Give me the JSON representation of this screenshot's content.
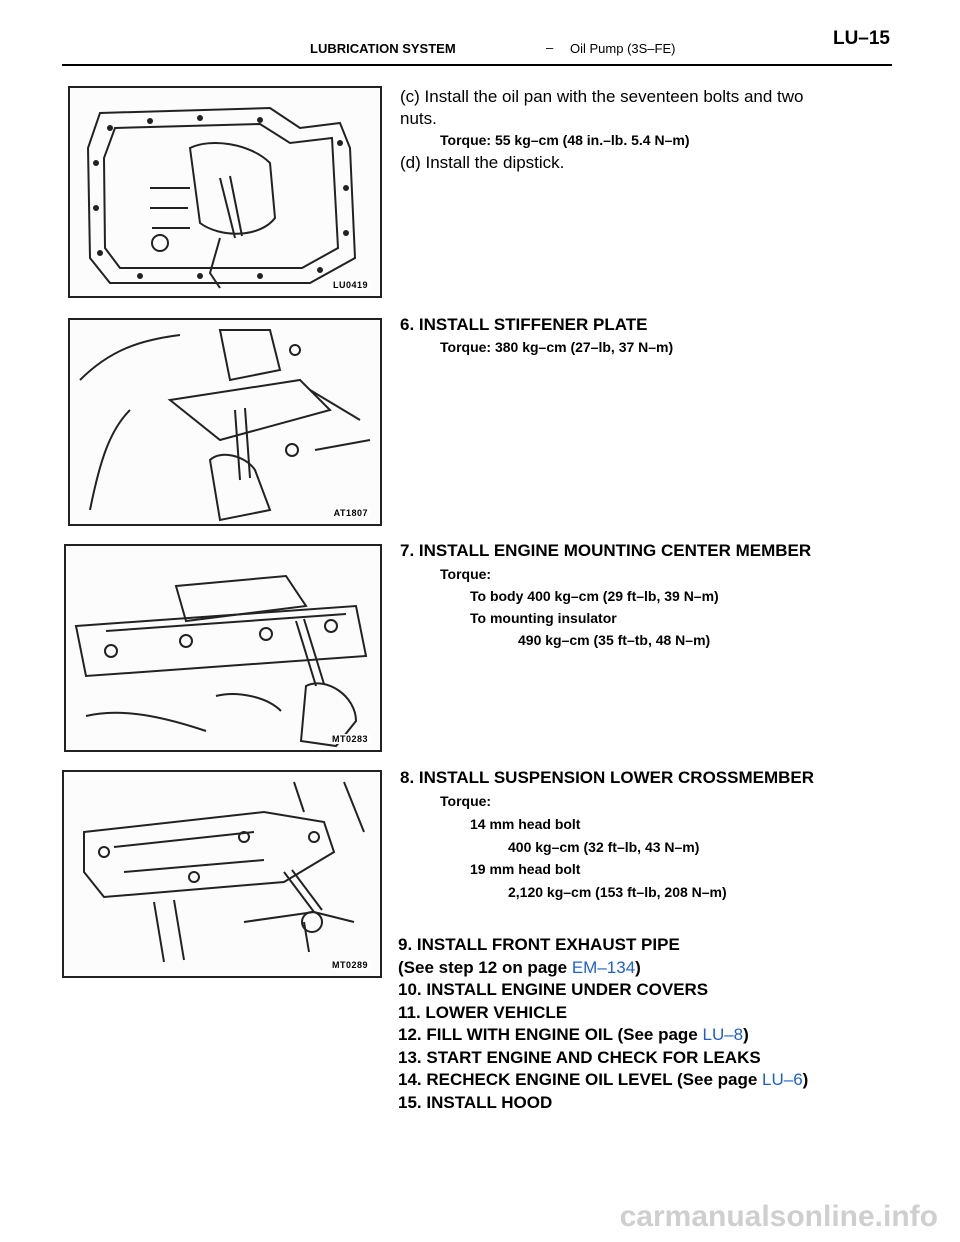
{
  "header": {
    "section": "LUBRICATION SYSTEM",
    "separator": "–",
    "subsection": "Oil Pump (3S–FE)",
    "page": "LU–15"
  },
  "figures": [
    {
      "code": "LU0419"
    },
    {
      "code": "AT1807"
    },
    {
      "code": "MT0283"
    },
    {
      "code": "MT0289"
    }
  ],
  "step_c": {
    "line1": "(c) Install the oil pan with the seventeen bolts and two",
    "line2": "nuts.",
    "torque": "Torque: 55 kg–cm (48 in.–lb. 5.4 N–m)"
  },
  "step_d": "(d) Install the dipstick.",
  "step6": {
    "title": "6. INSTALL STIFFENER PLATE",
    "torque": "Torque: 380 kg–cm (27–lb, 37 N–m)"
  },
  "step7": {
    "title": "7. INSTALL ENGINE MOUNTING CENTER MEMBER",
    "torque_label": "Torque:",
    "line1": "To body 400 kg–cm (29 ft–lb, 39 N–m)",
    "line2": "To mounting insulator",
    "line3": "490 kg–cm (35 ft–tb, 48 N–m)"
  },
  "step8": {
    "title": "8. INSTALL SUSPENSION LOWER CROSSMEMBER",
    "torque_label": "Torque:",
    "line1": "14 mm head bolt",
    "line2": "400 kg–cm (32 ft–lb, 43 N–m)",
    "line3": "19 mm head bolt",
    "line4": "2,120 kg–cm (153 ft–lb, 208 N–m)"
  },
  "step9": {
    "line1": "9. INSTALL FRONT EXHAUST PIPE",
    "line2_pre": "(See step 12 on page ",
    "line2_link": "EM–134",
    "line2_post": ")"
  },
  "step10": "10. INSTALL ENGINE UNDER COVERS",
  "step11": "11. LOWER VEHICLE",
  "step12": {
    "pre": "12. FILL WITH ENGINE OIL (See page ",
    "link": "LU–8",
    "post": ")"
  },
  "step13": "13. START ENGINE AND CHECK FOR LEAKS",
  "step14": {
    "pre": "14. RECHECK ENGINE OIL LEVEL (See page ",
    "link": "LU–6",
    "post": ")"
  },
  "step15": "15. INSTALL HOOD",
  "watermark": "carmanualsonline.info"
}
